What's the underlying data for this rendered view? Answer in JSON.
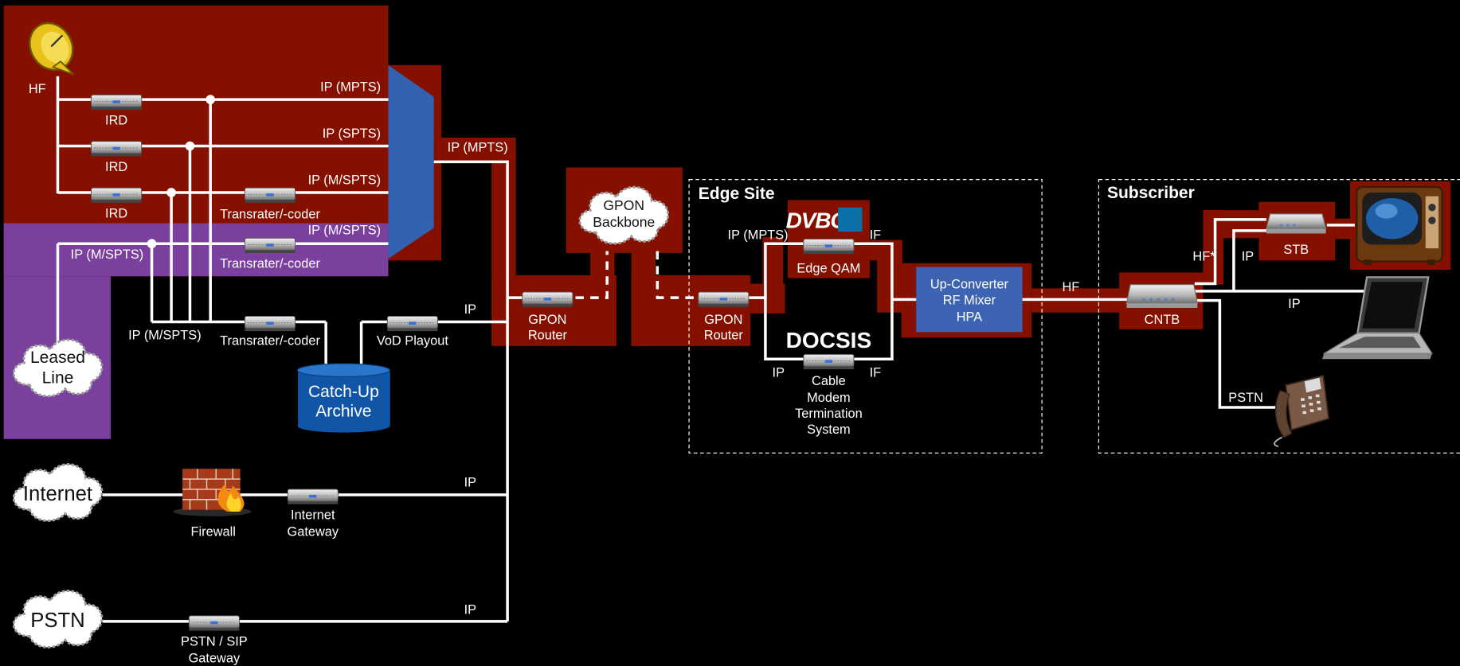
{
  "colors": {
    "headend_red": "#861000",
    "leased_purple": "#7b3f9d",
    "mux_blue": "#3262b0",
    "archive_blue": "#1155a6",
    "upconverter_blue": "#3d64b3",
    "wire": "#ffffff"
  },
  "icons": {
    "satellite": "satellite-dish-icon",
    "device": "rack-device-icon",
    "cloud": "cloud-icon",
    "firewall": "firewall-icon",
    "tv": "television-icon",
    "laptop": "laptop-icon",
    "phone": "telephone-icon"
  },
  "headend": {
    "hf_label": "HF",
    "ird_label": "IRD",
    "transrater_label": "Transrater/-coder",
    "ip_mpts": "IP (MPTS)",
    "ip_spts": "IP (SPTS)",
    "ip_mspts": "IP (M/SPTS)",
    "leased_line": [
      "Leased",
      "Line"
    ],
    "leased_ip_label": "IP (M/SPTS)",
    "bottom_ip_label": "IP (M/SPTS)"
  },
  "vod": {
    "playout_label": "VoD Playout",
    "archive_label": [
      "Catch-Up",
      "Archive"
    ],
    "ip_label": "IP"
  },
  "internet": {
    "cloud_label": "Internet",
    "firewall_label": "Firewall",
    "gateway_label": [
      "Internet",
      "Gateway"
    ],
    "ip_label": "IP"
  },
  "pstn": {
    "cloud_label": "PSTN",
    "gateway_label": [
      "PSTN / SIP",
      "Gateway"
    ],
    "ip_label": "IP"
  },
  "core": {
    "mux_output_label": "IP (MPTS)",
    "router_label": [
      "GPON",
      "Router"
    ],
    "backbone_label": [
      "GPON",
      "Backbone"
    ]
  },
  "edge": {
    "title": "Edge Site",
    "router_label": [
      "GPON",
      "Router"
    ],
    "ip_mpts": "IP (MPTS)",
    "if_top": "IF",
    "edge_qam": "Edge QAM",
    "dvb_logo": "DVBC",
    "docsis": "DOCSIS",
    "ip_bottom": "IP",
    "if_bottom": "IF",
    "cmts_label": [
      "Cable",
      "Modem",
      "Termination",
      "System"
    ],
    "upconverter": [
      "Up-Converter",
      "RF Mixer",
      "HPA"
    ],
    "hf_label": "HF"
  },
  "subscriber": {
    "title": "Subscriber",
    "cntb_label": "CNTB",
    "stb_label": "STB",
    "hf_star": "HF*",
    "ip_stb": "IP",
    "ip_laptop": "IP",
    "pstn_label": "PSTN"
  }
}
